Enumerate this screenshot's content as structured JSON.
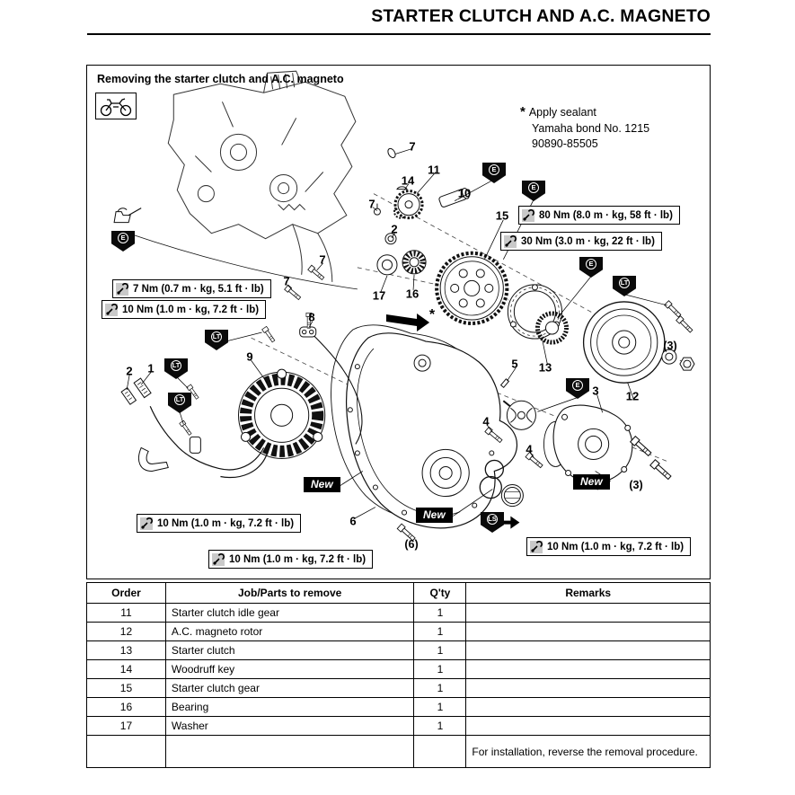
{
  "page": {
    "title": "STARTER CLUTCH AND A.C. MAGNETO"
  },
  "diagram": {
    "heading": "Removing the starter clutch and A.C. magneto",
    "sealant": {
      "star": "*",
      "line1": "Apply  sealant",
      "line2": "Yamaha bond No. 1215",
      "line3": "90890-85505"
    },
    "torque": {
      "nm7": "7 Nm (0.7 m · kg, 5.1 ft · lb)",
      "nm10": "10 Nm (1.0 m · kg, 7.2 ft · lb)",
      "nm30": "30 Nm (3.0 m · kg, 22 ft · lb)",
      "nm80": "80 Nm (8.0 m · kg, 58 ft · lb)"
    },
    "new_label": "New",
    "badges": {
      "engine_oil": "E",
      "loctite": "LT",
      "grease": "LS"
    },
    "callouts": {
      "c1": "1",
      "c2": "2",
      "c3": "3",
      "c4": "4",
      "c5": "5",
      "c6": "6",
      "c7": "7",
      "c8": "8",
      "c9": "9",
      "c10": "10",
      "c11": "11",
      "c12": "12",
      "c13": "13",
      "c14": "14",
      "c15": "15",
      "c16": "16",
      "c17": "17"
    },
    "qty_notes": {
      "three": "(3)",
      "six": "(6)"
    }
  },
  "table": {
    "headers": [
      "Order",
      "Job/Parts to remove",
      "Q'ty",
      "Remarks"
    ],
    "rows": [
      {
        "order": "11",
        "job": "Starter clutch idle gear",
        "qty": "1",
        "remarks": ""
      },
      {
        "order": "12",
        "job": "A.C. magneto rotor",
        "qty": "1",
        "remarks": ""
      },
      {
        "order": "13",
        "job": "Starter clutch",
        "qty": "1",
        "remarks": ""
      },
      {
        "order": "14",
        "job": "Woodruff key",
        "qty": "1",
        "remarks": ""
      },
      {
        "order": "15",
        "job": "Starter clutch gear",
        "qty": "1",
        "remarks": ""
      },
      {
        "order": "16",
        "job": "Bearing",
        "qty": "1",
        "remarks": ""
      },
      {
        "order": "17",
        "job": "Washer",
        "qty": "1",
        "remarks": ""
      },
      {
        "order": "",
        "job": "",
        "qty": "",
        "remarks": "For installation, reverse the removal procedure."
      }
    ]
  }
}
